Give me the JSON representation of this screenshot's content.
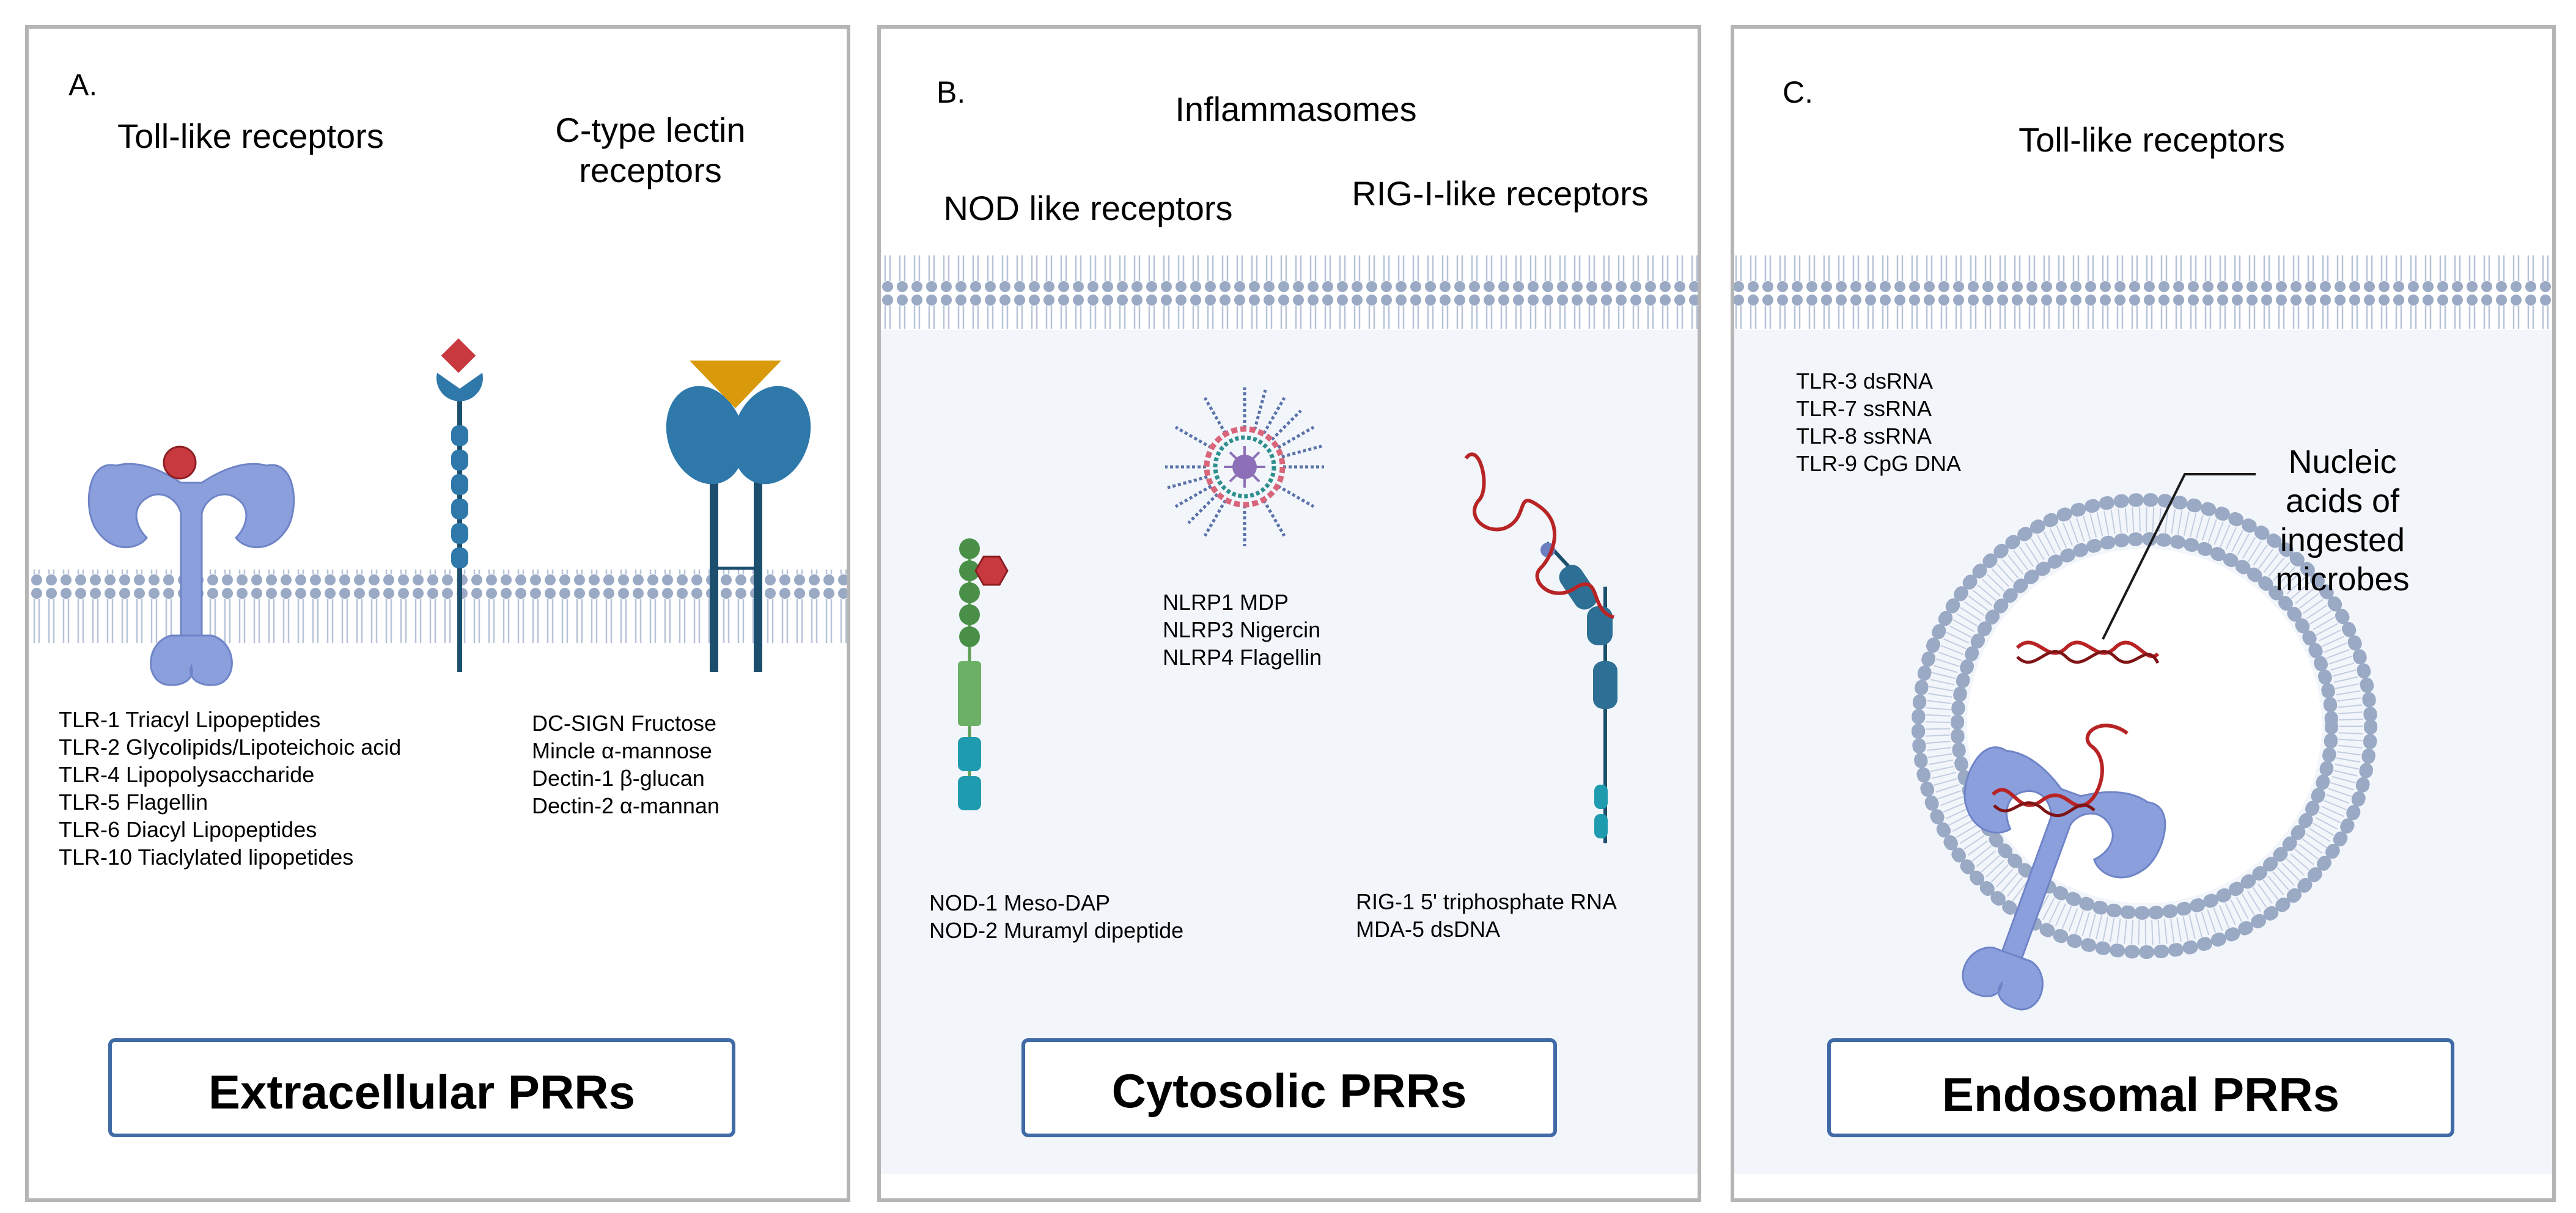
{
  "colors": {
    "panel_border": "#b5b5b5",
    "membrane": "#9aa9c4",
    "cytosol_fill": "#f2f6fb",
    "receptor_lavender": "#8b9fdc",
    "receptor_blue": "#2e78aa",
    "receptor_navy": "#1c4f6e",
    "ligand_red": "#c8393f",
    "ligand_gold": "#d8990a",
    "nod_green": "#5f9f57",
    "nod_teal": "#1f9bb0",
    "rna_red": "#b82425",
    "title_box_border": "#3f6aa6"
  },
  "panels": {
    "a": {
      "letter": "A.",
      "tlr_title": "Toll-like receptors",
      "clr_title_line1": "C-type lectin",
      "clr_title_line2": "receptors",
      "tlr_ligands": [
        "TLR-1 Triacyl Lipopeptides",
        "TLR-2 Glycolipids/Lipoteichoic acid",
        "TLR-4 Lipopolysaccharide",
        "TLR-5 Flagellin",
        "TLR-6 Diacyl Lipopeptides",
        "TLR-10 Tiaclylated lipopetides"
      ],
      "clr_ligands": [
        "DC-SIGN  Fructose",
        "Mincle  α-mannose",
        "Dectin-1 β-glucan",
        "Dectin-2 α-mannan"
      ],
      "box_label": "Extracellular PRRs"
    },
    "b": {
      "letter": "B.",
      "inflammasomes_title": "Inflammasomes",
      "nod_title": "NOD like receptors",
      "rig_title": "RIG-I-like receptors",
      "nlrp_ligands": [
        "NLRP1  MDP",
        "NLRP3  Nigercin",
        "NLRP4  Flagellin"
      ],
      "nod_ligands": [
        "NOD-1 Meso-DAP",
        "NOD-2 Muramyl dipeptide"
      ],
      "rig_ligands": [
        "RIG-1 5' triphosphate RNA",
        "MDA-5  dsDNA"
      ],
      "box_label": "Cytosolic PRRs"
    },
    "c": {
      "letter": "C.",
      "tlr_title": "Toll-like receptors",
      "tlr_ligands": [
        "TLR-3  dsRNA",
        "TLR-7  ssRNA",
        "TLR-8 ssRNA",
        "TLR-9 CpG DNA"
      ],
      "nucleic_label": [
        "Nucleic",
        "acids of",
        "ingested",
        "microbes"
      ],
      "box_label": "Endosomal PRRs"
    }
  }
}
